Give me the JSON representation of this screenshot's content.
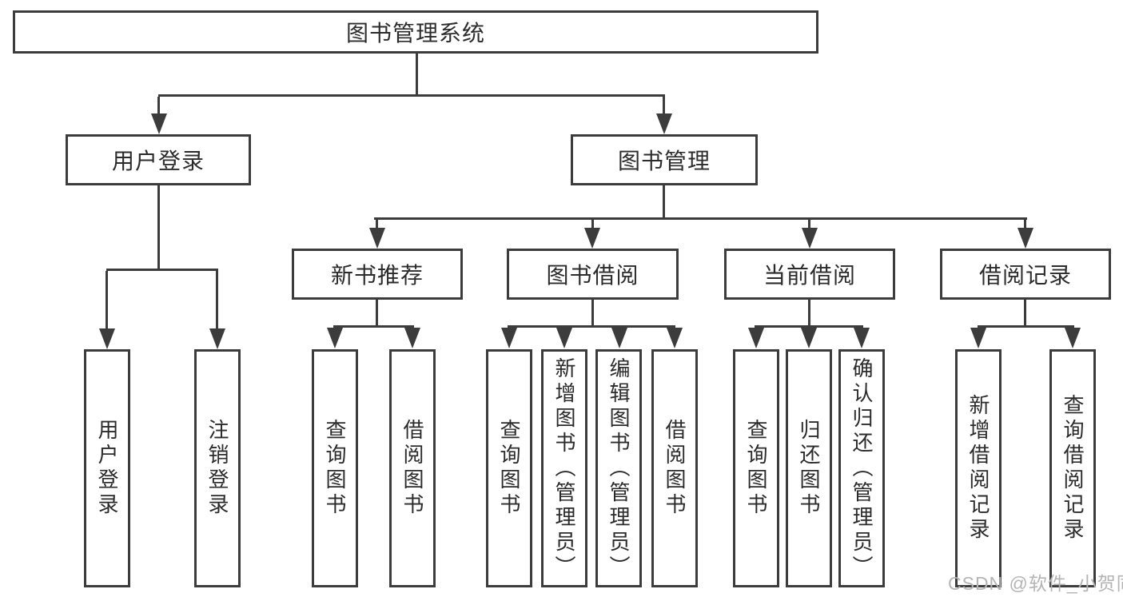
{
  "tree": {
    "root": "图书管理系统",
    "level2": [
      "用户登录",
      "图书管理"
    ],
    "level3": [
      "新书推荐",
      "图书借阅",
      "当前借阅",
      "借阅记录"
    ],
    "leaves": {
      "user_login": [
        "用户登录",
        "注销登录"
      ],
      "new_books": [
        "查询图书",
        "借阅图书"
      ],
      "book_borrow": [
        "查询图书",
        "新增图书（管理员）",
        "编辑图书（管理员）",
        "借阅图书"
      ],
      "current_borrow": [
        "查询图书",
        "归还图书",
        "确认归还（管理员）"
      ],
      "borrow_records": [
        "新增借阅记录",
        "查询借阅记录"
      ]
    }
  },
  "watermark": {
    "text": "CSDN @软件_小贺同学"
  },
  "colors": {
    "line": "#3c3c3c",
    "text": "#2b2b2b",
    "watermark": "#b4b4b4",
    "background": "#ffffff"
  }
}
